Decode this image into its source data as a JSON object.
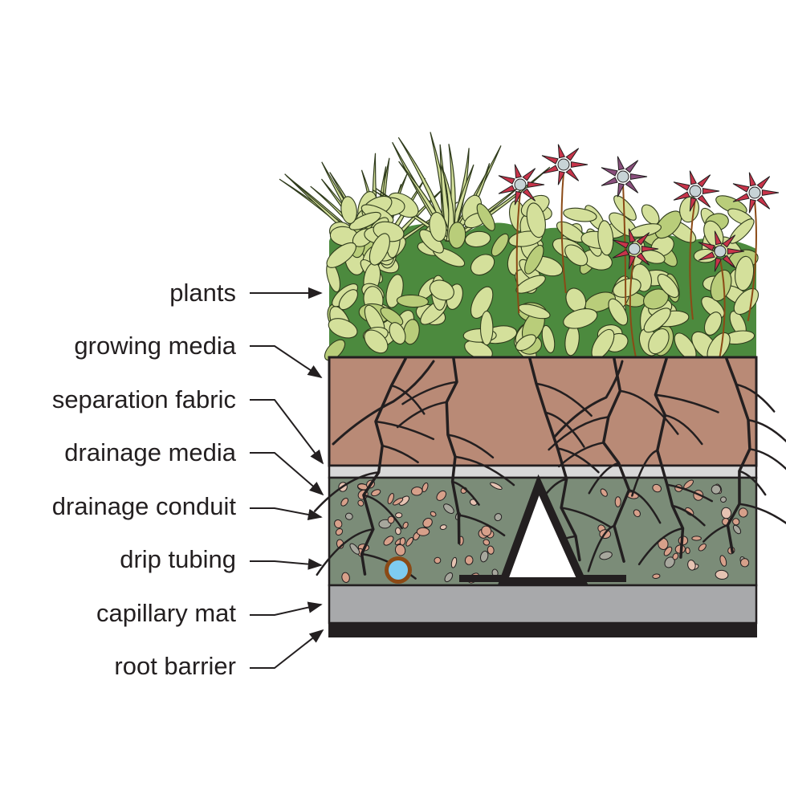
{
  "diagram": {
    "labels": [
      {
        "key": "plants",
        "text": "plants"
      },
      {
        "key": "growing-media",
        "text": "growing media"
      },
      {
        "key": "separation-fabric",
        "text": "separation fabric"
      },
      {
        "key": "drainage-media",
        "text": "drainage media"
      },
      {
        "key": "drainage-conduit",
        "text": "drainage conduit"
      },
      {
        "key": "drip-tubing",
        "text": "drip tubing"
      },
      {
        "key": "capillary-mat",
        "text": "capillary mat"
      },
      {
        "key": "root-barrier",
        "text": "root barrier"
      }
    ],
    "colors": {
      "growing_media": "#b98a76",
      "separation_fabric": "#d8d8d8",
      "drainage_media": "#7b8c78",
      "capillary_mat": "#a8a9ab",
      "root_barrier": "#231f20",
      "foliage_light": "#d4e09b",
      "foliage_dark": "#4c8a3e",
      "flower": "#c8344a",
      "flower_purple": "#8a4f7d",
      "drip_tube_water": "#7ecbf0",
      "drip_tube_wall": "#8b4a16",
      "stone": "#d7a08a"
    }
  }
}
